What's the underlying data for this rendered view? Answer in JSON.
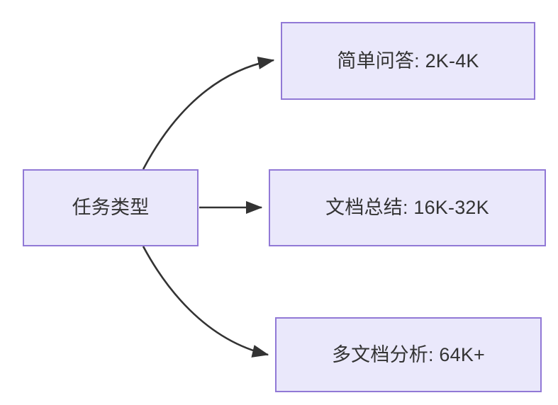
{
  "diagram": {
    "type": "flowchart",
    "direction": "left-to-right",
    "background_color": "#ffffff",
    "node_fill_color": "#eae8fb",
    "node_border_color": "#9179d6",
    "text_color": "#333333",
    "edge_color": "#333333",
    "root": {
      "id": "task-type",
      "label": "任务类型"
    },
    "branches": [
      {
        "id": "simple-qa",
        "label": "简单问答: 2K-4K",
        "task": "简单问答",
        "range": "2K-4K",
        "edge_style": "curved"
      },
      {
        "id": "doc-summary",
        "label": "文档总结: 16K-32K",
        "task": "文档总结",
        "range": "16K-32K",
        "edge_style": "straight"
      },
      {
        "id": "multi-doc",
        "label": "多文档分析: 64K+",
        "task": "多文档分析",
        "range": "64K+",
        "edge_style": "curved"
      }
    ]
  }
}
